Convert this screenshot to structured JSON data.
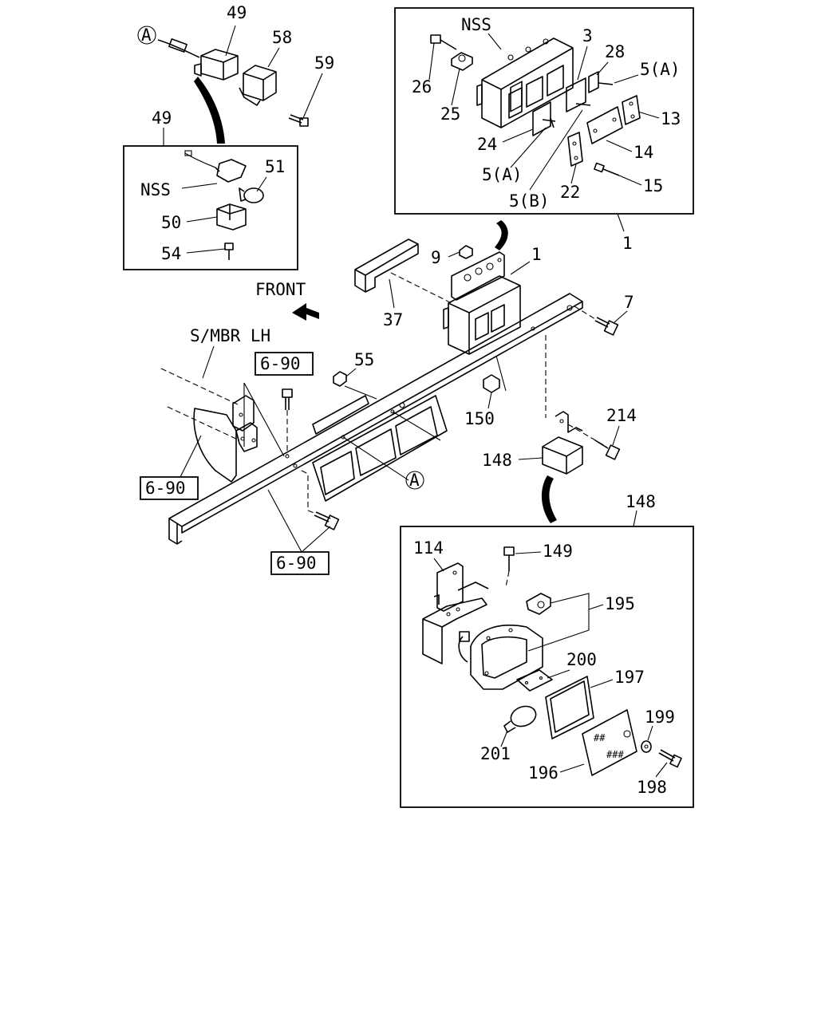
{
  "labels": {
    "p49_top": "49",
    "p58": "58",
    "p59": "59",
    "ref_a_top": "A",
    "p49_box": "49",
    "nss_left": "NSS",
    "p51": "51",
    "p50": "50",
    "p54": "54",
    "nss_right": "NSS",
    "p3": "3",
    "p28": "28",
    "p5a_1": "5(A)",
    "p26": "26",
    "p25": "25",
    "p13": "13",
    "p14": "14",
    "p24": "24",
    "p5a_2": "5(A)",
    "p15": "15",
    "p22": "22",
    "p5b": "5(B)",
    "p1_box": "1",
    "p9": "9",
    "p1": "1",
    "front": "FRONT",
    "p37": "37",
    "p7": "7",
    "smbr": "S/MBR LH",
    "ref_690_a": "6-90",
    "p55": "55",
    "p150": "150",
    "p214": "214",
    "p148": "148",
    "ref_690_b": "6-90",
    "ref_a_mid": "A",
    "ref_690_c": "6-90",
    "p148_box": "148",
    "p114": "114",
    "p149": "149",
    "p195": "195",
    "p200": "200",
    "p197": "197",
    "p199": "199",
    "p201": "201",
    "p196": "196",
    "p198": "198"
  }
}
